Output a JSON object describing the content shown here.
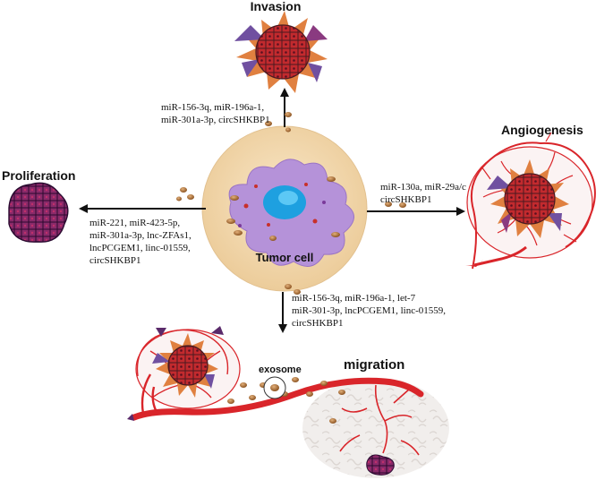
{
  "center": {
    "label": "Tumor cell"
  },
  "invasion": {
    "title": "Invasion",
    "mirnas": [
      "miR-156-3q, miR-196a-1,",
      "miR-301a-3p, circSHKBP1"
    ]
  },
  "angiogenesis": {
    "title": "Angiogenesis",
    "mirnas": [
      "miR-130a, miR-29a/c",
      "circSHKBP1"
    ]
  },
  "proliferation": {
    "title": "Proliferation",
    "mirnas": [
      "miR-221, miR-423-5p,",
      "miR-301a-3p, lnc-ZFAs1,",
      "lncPCGEM1, linc-01559,",
      "circSHKBP1"
    ]
  },
  "migration": {
    "title": "migration",
    "exosome_label": "exosome",
    "mirnas": [
      "miR-156-3q, miR-196a-1, let-7",
      "miR-301-3p, lncPCGEM1, linc-01559,",
      "circSHKBP1"
    ]
  },
  "colors": {
    "cell_body": "#f3d9b1",
    "nucleus_purple": "#b48fd6",
    "nucleus_blue": "#1ea0e0",
    "vessel_red": "#d9252a",
    "exosome_brown": "#b0743a",
    "tumor_red": "#b8202a",
    "tumor_purple": "#5a2a6a",
    "spike_orange": "#e08040",
    "spike_violet": "#7050a0"
  }
}
